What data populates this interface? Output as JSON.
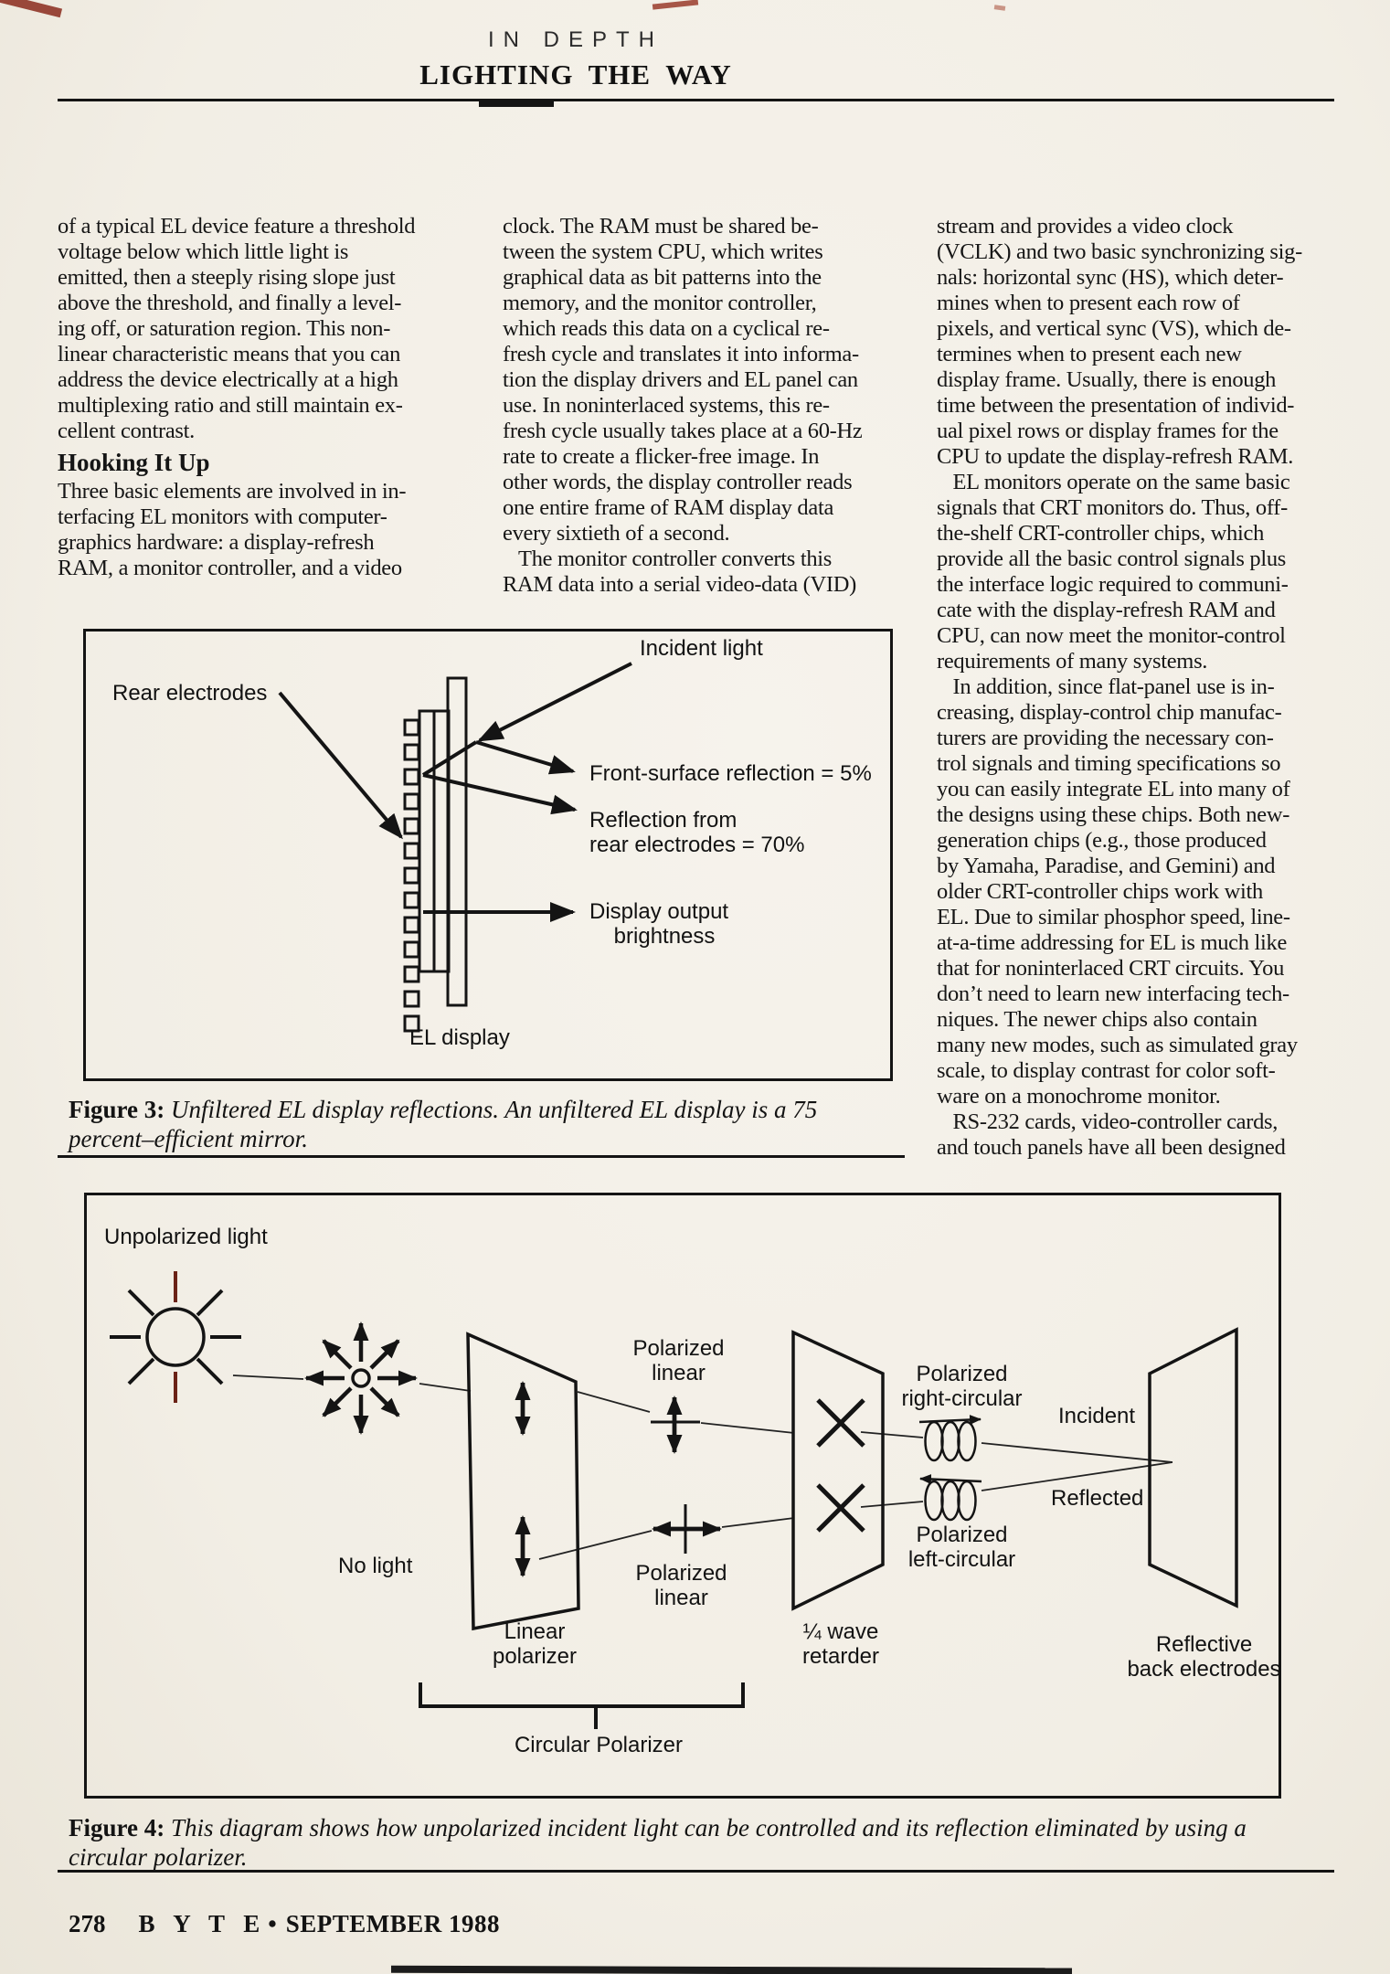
{
  "header": {
    "kicker": "IN DEPTH",
    "title": "LIGHTING THE WAY"
  },
  "columns": {
    "col1": {
      "para1_lines": [
        "of a typical EL device feature a threshold",
        "voltage below which little light is",
        "emitted, then a steeply rising slope just",
        "above the threshold, and finally a level-",
        "ing off, or saturation region. This non-",
        "linear characteristic means that you can",
        "address the device electrically at a high",
        "multiplexing ratio and still maintain ex-",
        "cellent contrast."
      ],
      "heading": "Hooking It Up",
      "para2_lines": [
        "Three basic elements are involved in in-",
        "terfacing EL monitors with computer-",
        "graphics hardware: a display-refresh",
        "RAM, a monitor controller, and a video"
      ]
    },
    "col2": {
      "lines": [
        "clock. The RAM must be shared be-",
        "tween the system CPU, which writes",
        "graphical data as bit patterns into the",
        "memory, and the monitor controller,",
        "which reads this data on a cyclical re-",
        "fresh cycle and translates it into informa-",
        "tion the display drivers and EL panel can",
        "use. In noninterlaced systems, this re-",
        "fresh cycle usually takes place at a 60-Hz",
        "rate to create a flicker-free image. In",
        "other words, the display controller reads",
        "one entire frame of RAM display data",
        "every sixtieth of a second.",
        "   The monitor controller converts this",
        "RAM data into a serial video-data (VID)"
      ]
    },
    "col3": {
      "lines": [
        "stream and provides a video clock",
        "(VCLK) and two basic synchronizing sig-",
        "nals: horizontal sync (HS), which deter-",
        "mines when to present each row of",
        "pixels, and vertical sync (VS), which de-",
        "termines when to present each new",
        "display frame. Usually, there is enough",
        "time between the presentation of individ-",
        "ual pixel rows or display frames for the",
        "CPU to update the display-refresh RAM.",
        "   EL monitors operate on the same basic",
        "signals that CRT monitors do. Thus, off-",
        "the-shelf CRT-controller chips, which",
        "provide all the basic control signals plus",
        "the interface logic required to communi-",
        "cate with the display-refresh RAM and",
        "CPU, can now meet the monitor-control",
        "requirements of many systems.",
        "   In addition, since flat-panel use is in-",
        "creasing, display-control chip manufac-",
        "turers are providing the necessary con-",
        "trol signals and timing specifications so",
        "you can easily integrate EL into many of",
        "the designs using these chips. Both new-",
        "generation chips (e.g., those produced",
        "by Yamaha, Paradise, and Gemini) and",
        "older CRT-controller chips work with",
        "EL. Due to similar phosphor speed, line-",
        "at-a-time addressing for EL is much like",
        "that for noninterlaced CRT circuits. You",
        "don’t need to learn new interfacing tech-",
        "niques. The newer chips also contain",
        "many new modes, such as simulated gray",
        "scale, to display contrast for color soft-",
        "ware on a monochrome monitor.",
        "   RS-232 cards, video-controller cards,",
        "and touch panels have all been designed"
      ]
    }
  },
  "figure3": {
    "labels": {
      "rear_electrodes": "Rear electrodes",
      "incident_light": "Incident light",
      "front_reflection": "Front-surface reflection = 5%",
      "rear_reflection": "Reflection from\nrear electrodes = 70%",
      "display_output": "Display output\n    brightness",
      "el_display": "EL display"
    },
    "caption_label": "Figure 3:",
    "caption_text": " Unfiltered EL display reflections. An unfiltered EL display is a 75 percent–efficient mirror."
  },
  "figure4": {
    "labels": {
      "unpolarized_light": "Unpolarized light",
      "no_light": "No light",
      "linear_polarizer": "Linear\npolarizer",
      "polarized_linear_top": "Polarized\nlinear",
      "polarized_linear_bottom": "Polarized\nlinear",
      "quarter_wave": "¼ wave\nretarder",
      "polarized_right": "Polarized\nright-circular",
      "polarized_left": "Polarized\nleft-circular",
      "incident": "Incident",
      "reflected": "Reflected",
      "back_electrodes": "Reflective\nback electrodes",
      "circular_polarizer": "Circular Polarizer"
    },
    "caption_label": "Figure 4:",
    "caption_text": " This diagram shows how unpolarized incident light can be controlled and its reflection eliminated by using a circular polarizer."
  },
  "footer": {
    "page_number": "278",
    "magazine": "B Y T E",
    "separator": "•",
    "date": "SEPTEMBER 1988"
  }
}
